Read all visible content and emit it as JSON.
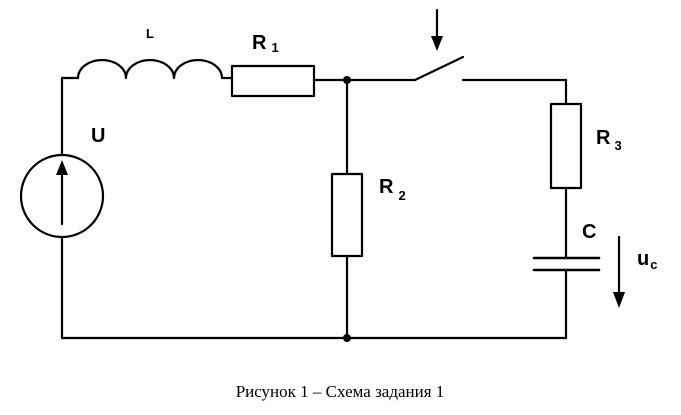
{
  "labels": {
    "inductor": "L",
    "r1_main": "R",
    "r1_sub": "1",
    "r2_main": "R",
    "r2_sub": "2",
    "r3_main": "R",
    "r3_sub": "3",
    "capacitor": "C",
    "source": "U",
    "voltage_main": "u",
    "voltage_sub": "c"
  },
  "caption": "Рисунок 1 – Схема задания 1",
  "colors": {
    "ink": "#000000",
    "background": "#ffffff"
  }
}
